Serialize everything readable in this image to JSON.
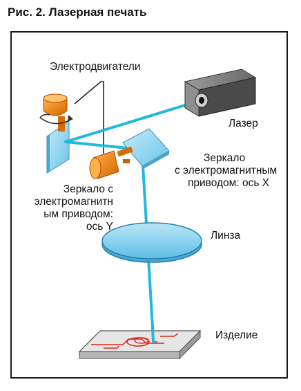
{
  "title": "Рис. 2. Лазерная печать",
  "labels": {
    "motors": "Электродвигатели",
    "laser": "Лазер",
    "mirror_x": [
      "Зеркало",
      "с электромагнитным",
      "приводом: ось Х"
    ],
    "mirror_y": [
      "Зеркало с",
      "электромагнитн",
      "ым приводом:",
      "ось Y"
    ],
    "lens": "Линза",
    "product": "Изделие"
  },
  "colors": {
    "beam": "#22b8de",
    "motor_orange": "#f07d12",
    "mirror_blue": "#8fd3ef",
    "lens_blue": "#8ad2ef",
    "laser_gray": "#555555",
    "pattern_red": "#e0261c"
  }
}
